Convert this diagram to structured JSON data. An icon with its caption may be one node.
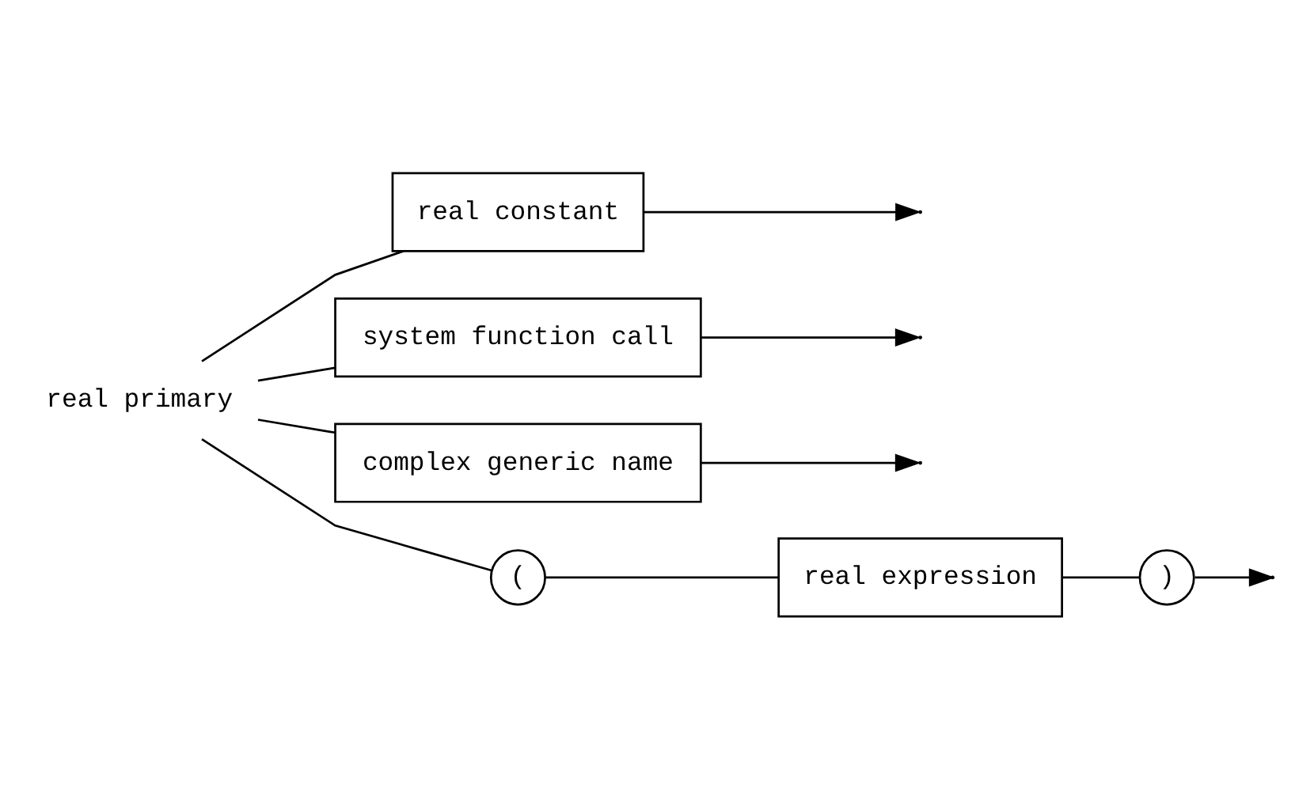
{
  "diagram": {
    "nodes": [
      {
        "text": [
          "real primary"
        ]
      },
      {
        "text": [
          "real constant"
        ]
      },
      {
        "text": [
          "system function call"
        ]
      },
      {
        "text": [
          "complex generic name"
        ]
      },
      {
        "text": [
          "("
        ]
      },
      {
        "text": [
          "real expression"
        ]
      },
      {
        "text": [
          ")"
        ]
      }
    ],
    "edges": [
      {
        "from": 0,
        "to": 1,
        "arrow": "none"
      },
      {
        "from": 0,
        "to": 2,
        "arrow": "none"
      },
      {
        "from": 0,
        "to": 3,
        "arrow": "none"
      },
      {
        "from": 0,
        "to": 4,
        "arrow": "none"
      },
      {
        "from": 4,
        "to": 5,
        "arrow": "none"
      },
      {
        "from": 5,
        "to": 6,
        "arrow": "none"
      },
      {
        "from": 1,
        "to": null,
        "arrow": "to"
      },
      {
        "from": 2,
        "to": null,
        "arrow": "to"
      },
      {
        "from": 3,
        "to": null,
        "arrow": "to"
      },
      {
        "from": 6,
        "to": null,
        "arrow": "to"
      }
    ]
  }
}
